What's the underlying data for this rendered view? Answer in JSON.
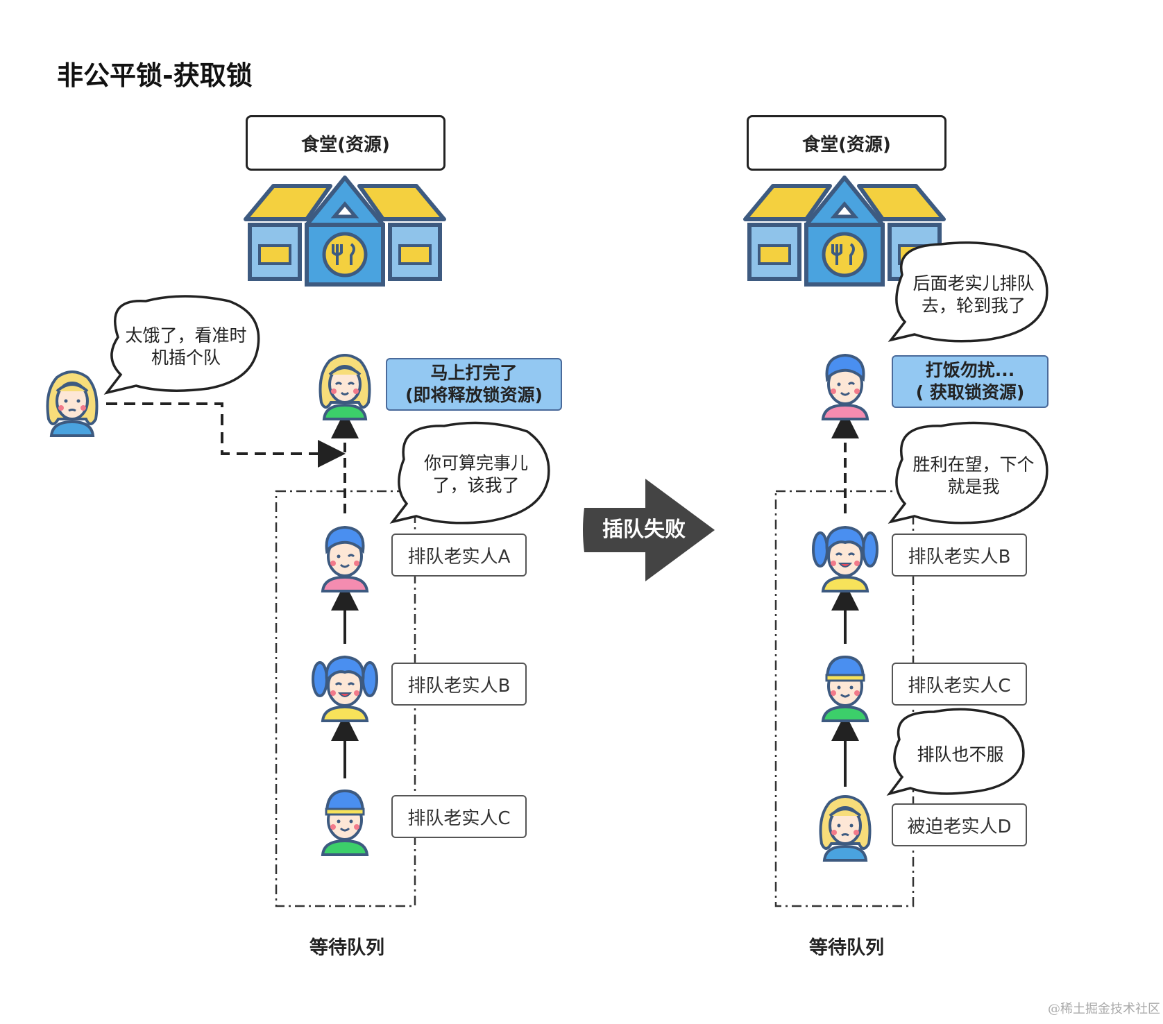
{
  "title": "非公平锁-获取锁",
  "left": {
    "resource_label": "食堂(资源)",
    "intruder_bubble": [
      "太饿了，看准时",
      "机插个队"
    ],
    "holder_status": [
      "马上打完了",
      "(即将释放锁资源)"
    ],
    "a_bubble": [
      "你可算完事儿",
      "了，该我了"
    ],
    "queue": [
      "排队老实人A",
      "排队老实人B",
      "排队老实人C"
    ],
    "queue_label": "等待队列"
  },
  "middle_arrow": "插队失败",
  "right": {
    "resource_label": "食堂(资源)",
    "holder_bubble": [
      "后面老实儿排队",
      "去，轮到我了"
    ],
    "holder_status": [
      "打饭勿扰...",
      "( 获取锁资源)"
    ],
    "b_bubble": [
      "胜利在望，下个",
      "就是我"
    ],
    "d_bubble": [
      "排队也不服"
    ],
    "queue": [
      "排队老实人B",
      "排队老实人C",
      "被迫老实人D"
    ],
    "queue_label": "等待队列"
  },
  "watermark": "@稀土掘金技术社区"
}
